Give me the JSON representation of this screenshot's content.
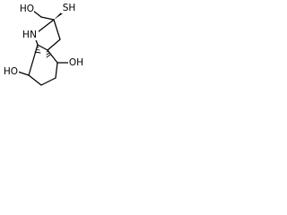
{
  "molecule": {
    "atoms": {
      "hydroxymethyl_oh": "HO",
      "thiol_sh": "SH",
      "ring_nh": "N",
      "ring_nh_h": "H",
      "c4_oh": "OH",
      "c7_oh": "HO"
    },
    "colors": {
      "bond": "#000000",
      "text": "#000000",
      "background": "#ffffff"
    }
  }
}
